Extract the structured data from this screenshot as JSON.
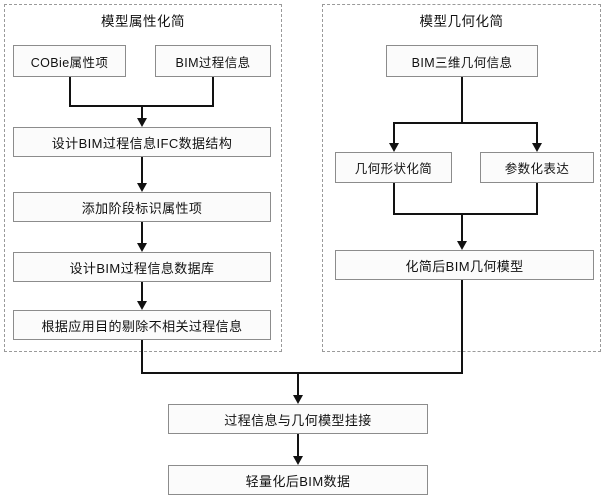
{
  "diagram": {
    "title_left_panel": "模型属性化简",
    "title_right_panel": "模型几何化简",
    "colors": {
      "box_border": "#8c8c8c",
      "box_fill": "#fbfbfb",
      "connector": "#121212",
      "panel_border": "#9a9a9a",
      "text": "#111111"
    }
  },
  "left_panel": {
    "title": "模型属性化简",
    "nodes": [
      {
        "id": "cobie",
        "label": "COBie属性项"
      },
      {
        "id": "bim_process",
        "label": "BIM过程信息"
      },
      {
        "id": "ifc_struct",
        "label": "设计BIM过程信息IFC数据结构"
      },
      {
        "id": "stage_attr",
        "label": "添加阶段标识属性项"
      },
      {
        "id": "process_db",
        "label": "设计BIM过程信息数据库"
      },
      {
        "id": "strip_irrelevant",
        "label": "根据应用目的剔除不相关过程信息"
      }
    ]
  },
  "right_panel": {
    "title": "模型几何化简",
    "nodes": [
      {
        "id": "bim_3d_geom",
        "label": "BIM三维几何信息"
      },
      {
        "id": "shape_simplify",
        "label": "几何形状化简"
      },
      {
        "id": "param_expr",
        "label": "参数化表达"
      },
      {
        "id": "simplified_geom_model",
        "label": "化简后BIM几何模型"
      }
    ]
  },
  "bottom": {
    "nodes": [
      {
        "id": "link_process_geom",
        "label": "过程信息与几何模型挂接"
      },
      {
        "id": "lightweight_bim_data",
        "label": "轻量化后BIM数据"
      }
    ]
  }
}
